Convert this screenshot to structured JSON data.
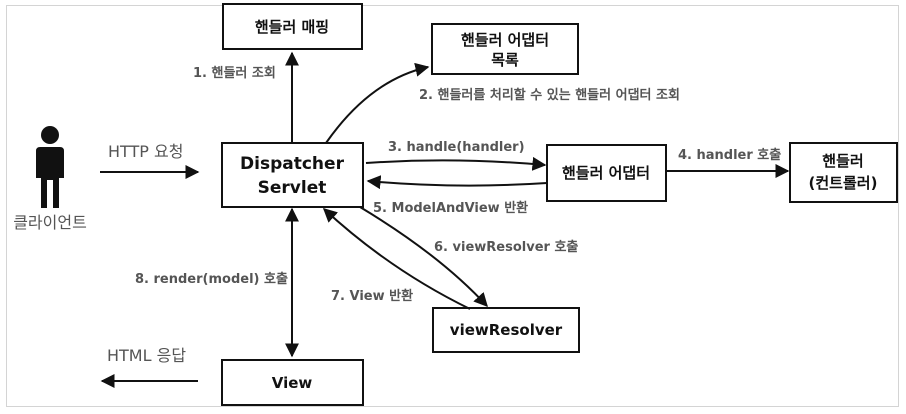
{
  "actor": {
    "label": "클라이언트"
  },
  "nodes": {
    "handler_mapping": {
      "label": "핸들러 매핑"
    },
    "adapter_list": {
      "line1": "핸들러 어댑터",
      "line2": "목록"
    },
    "dispatcher": {
      "line1": "Dispatcher",
      "line2": "Servlet"
    },
    "adapter": {
      "label": "핸들러 어댑터"
    },
    "handler": {
      "line1": "핸들러",
      "line2": "(컨트롤러)"
    },
    "view_resolver": {
      "label": "viewResolver"
    },
    "view": {
      "label": "View"
    }
  },
  "edges": {
    "http_request": "HTTP 요청",
    "html_response": "HTML 응답",
    "step1": "1. 핸들러 조회",
    "step2": "2. 핸들러를 처리할 수 있는 핸들러 어댑터 조회",
    "step3": "3. handle(handler)",
    "step4": "4. handler 호출",
    "step5": "5. ModelAndView 반환",
    "step6": "6. viewResolver 호출",
    "step7": "7. View 반환",
    "step8": "8. render(model) 호출"
  }
}
